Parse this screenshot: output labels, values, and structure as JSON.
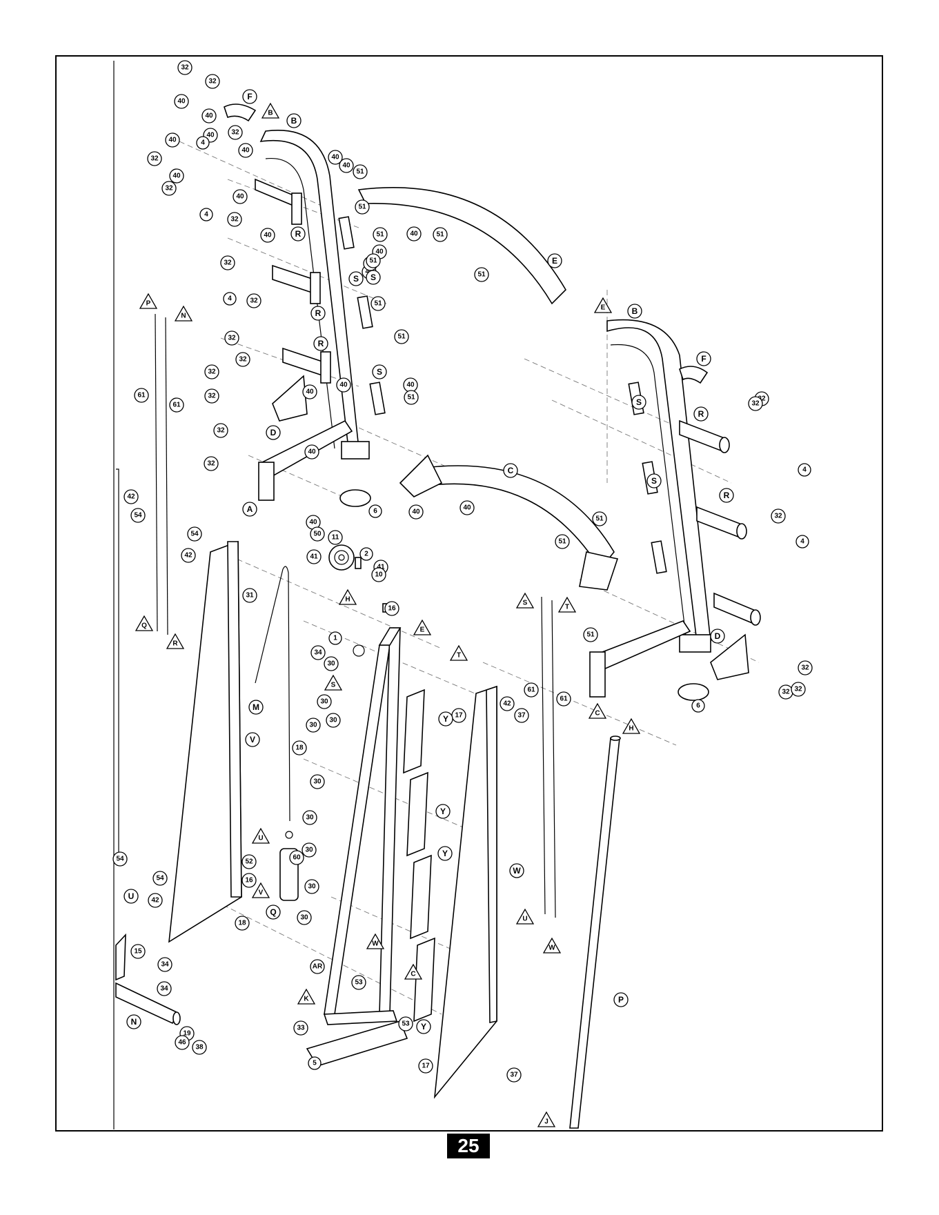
{
  "page_number": "25",
  "callouts": [
    "32",
    "32",
    "40",
    "40",
    "40",
    "40",
    "40",
    "40",
    "40",
    "40",
    "40",
    "40",
    "40",
    "40",
    "40",
    "40",
    "40",
    "40",
    "40",
    "40",
    "40",
    "40",
    "40",
    "51",
    "51",
    "51",
    "51",
    "51",
    "51",
    "51",
    "51",
    "51",
    "51",
    "51",
    "51",
    "4",
    "4",
    "4",
    "4",
    "4",
    "32",
    "32",
    "32",
    "32",
    "32",
    "32",
    "32",
    "32",
    "32",
    "32",
    "32",
    "32",
    "32",
    "32",
    "32",
    "32",
    "32",
    "32",
    "6",
    "6",
    "61",
    "61",
    "61",
    "61",
    "42",
    "42",
    "42",
    "42",
    "54",
    "54",
    "54",
    "54",
    "50",
    "41",
    "41",
    "11",
    "2",
    "10",
    "31",
    "18",
    "18",
    "60",
    "52",
    "16",
    "16",
    "1",
    "34",
    "34",
    "34",
    "30",
    "30",
    "30",
    "30",
    "30",
    "30",
    "30",
    "30",
    "30",
    "17",
    "17",
    "37",
    "37",
    "53",
    "53",
    "33",
    "5",
    "15",
    "19",
    "46",
    "38",
    "AR"
  ],
  "part_letters": [
    "A",
    "B",
    "B",
    "C",
    "D",
    "D",
    "E",
    "F",
    "F",
    "Q",
    "R",
    "R",
    "R",
    "R",
    "R",
    "S",
    "S",
    "S",
    "S",
    "S",
    "M",
    "V",
    "W",
    "N",
    "U",
    "P",
    "Y",
    "Y",
    "Y",
    "Y"
  ],
  "triangle_labels": [
    "B",
    "E",
    "E",
    "P",
    "N",
    "Q",
    "R",
    "H",
    "H",
    "S",
    "S",
    "T",
    "T",
    "U",
    "U",
    "V",
    "W",
    "W",
    "C",
    "C",
    "K",
    "J"
  ]
}
